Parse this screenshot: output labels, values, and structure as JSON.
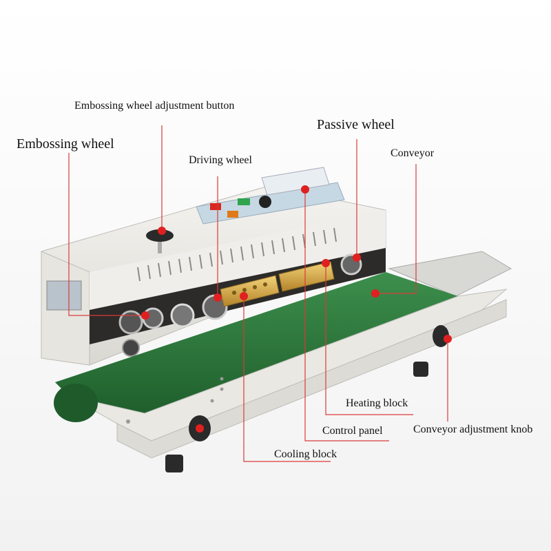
{
  "colors": {
    "leader_line": "#d93a3a",
    "marker_dot": "#e02020",
    "belt": "#2e7a3e",
    "machine_body": "#ecebe6",
    "panel": "#bcd3e0"
  },
  "labels": {
    "embossing_wheel_adjustment_button": "Embossing wheel adjustment button",
    "embossing_wheel": "Embossing wheel",
    "driving_wheel": "Driving wheel",
    "passive_wheel": "Passive wheel",
    "conveyor": "Conveyor",
    "heating_block": "Heating block",
    "control_panel": "Control panel",
    "cooling_block": "Cooling block",
    "conveyor_adjustment_knob": "Conveyor adjustment knob"
  }
}
